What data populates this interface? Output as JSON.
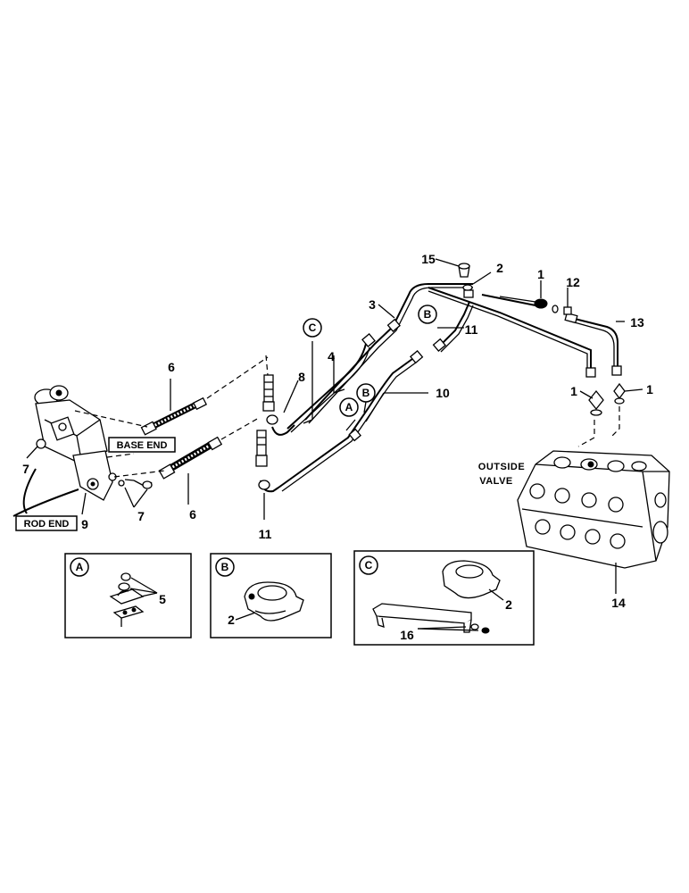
{
  "callouts": {
    "c1a": "1",
    "c1b": "1",
    "c1c": "1",
    "c2a": "2",
    "c2b": "2",
    "c2c": "2",
    "c3": "3",
    "c4": "4",
    "c5": "5",
    "c6a": "6",
    "c6b": "6",
    "c7a": "7",
    "c7b": "7",
    "c8": "8",
    "c9": "9",
    "c10": "10",
    "c11a": "11",
    "c11b": "11",
    "c12": "12",
    "c13": "13",
    "c14": "14",
    "c15": "15",
    "c16": "16"
  },
  "labels": {
    "base_end": "BASE END",
    "rod_end": "ROD END",
    "outside": "OUTSIDE",
    "valve": "VALVE"
  },
  "detail_refs": {
    "a": "A",
    "b": "B",
    "c": "C"
  }
}
